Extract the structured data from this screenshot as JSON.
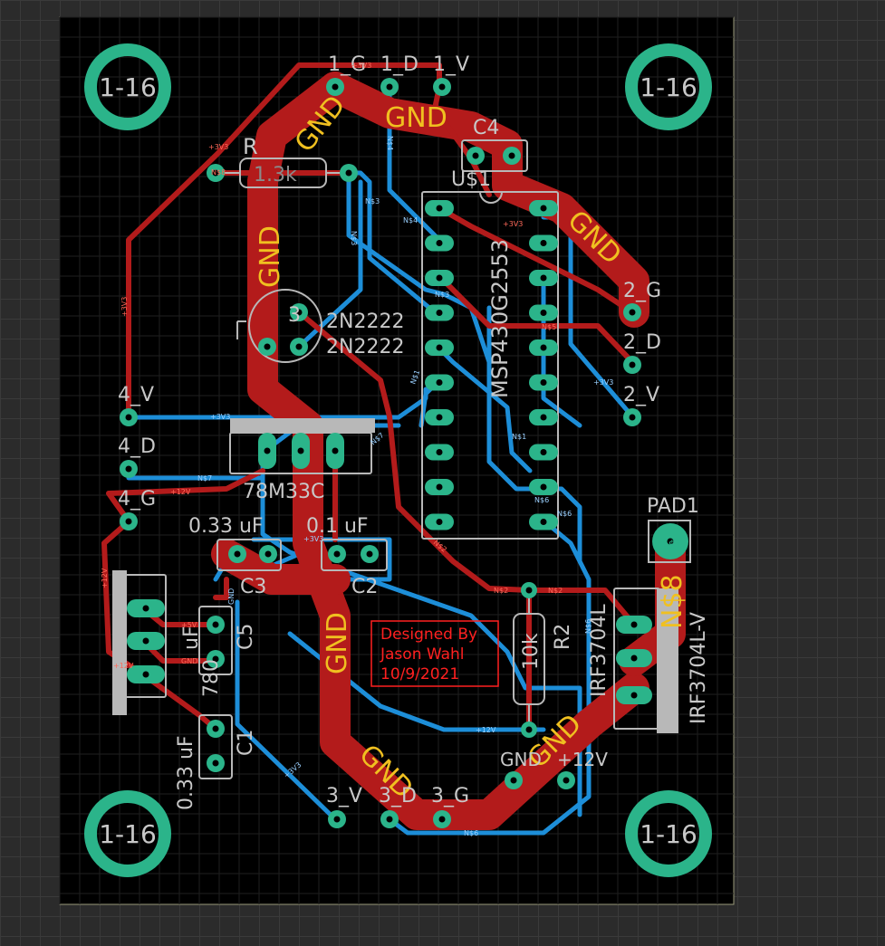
{
  "colors": {
    "background": "#2b2b2b",
    "board": "#000000",
    "top_copper": "#b31b1b",
    "bottom_copper": "#1d8ed8",
    "pad": "#2bb48a",
    "silk": "#c8c8c8",
    "copper_label": "#f0c020",
    "net_label": "#ff6a5a",
    "keepout": "#ff2020"
  },
  "mount_holes": [
    "1-16",
    "1-16",
    "1-16",
    "1-16"
  ],
  "components": {
    "resistor_r1": {
      "ref": "R",
      "value": "1.3k"
    },
    "resistor_r2": {
      "ref": "R2",
      "value": "10k"
    },
    "mcu": {
      "name": "MSP430G2553",
      "ref": "U$1"
    },
    "transistor": {
      "ref": "3",
      "label1": "2N2222",
      "label2": "2N2222"
    },
    "regulator": {
      "label": "78M33C"
    },
    "regulator5": {
      "label": "780"
    },
    "mosfet": {
      "label1": "IRF3704L",
      "label2": "IRF3704L-V"
    },
    "cap_c2": {
      "ref": "C2",
      "value": "0.1 uF"
    },
    "cap_c3": {
      "ref": "C3",
      "value": "0.33 uF"
    },
    "cap_c4": {
      "ref": "C4"
    },
    "cap_c5": {
      "ref": "C5",
      "value": "uF"
    },
    "cap_c1": {
      "ref": "C1",
      "value": "0.33 uF"
    },
    "pad1": {
      "ref": "PAD1",
      "net": "N$8"
    }
  },
  "headers": {
    "h1": [
      "1_G",
      "1_D",
      "1_V"
    ],
    "h2": [
      "2_G",
      "2_D",
      "2_V"
    ],
    "h3": [
      "3_V",
      "3_D",
      "3_G"
    ],
    "h4": [
      "4_V",
      "4_D",
      "4_G"
    ],
    "power": [
      "GND",
      "+12V"
    ]
  },
  "copper_labels": [
    "GND",
    "GND",
    "GND",
    "GND",
    "GND",
    "GND",
    "GND",
    "N$8"
  ],
  "net_labels": [
    "+3V3",
    "+3V3",
    "+3V3",
    "+3V3",
    "+3V3",
    "+3V3",
    "+3V3",
    "+3V3",
    "+12V",
    "+12V",
    "+12V",
    "+12V",
    "+5V",
    "GND",
    "GND",
    "N$1",
    "N$2",
    "N$3",
    "N$4",
    "N$5",
    "N$6",
    "N$7",
    "N$8",
    "N$3",
    "N$3",
    "N$6",
    "N$6",
    "N$6",
    "N$2",
    "N$2",
    "N$7",
    "N$4",
    "N$1"
  ],
  "credit": {
    "line1": "Designed By",
    "line2": "Jason Wahl",
    "line3": "10/9/2021"
  }
}
